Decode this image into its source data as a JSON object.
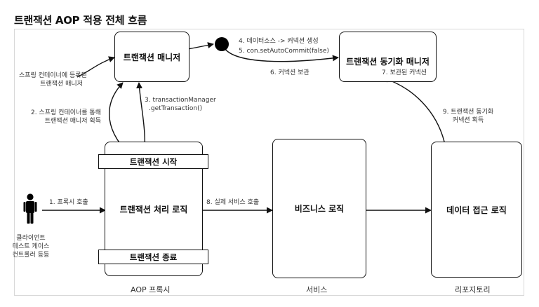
{
  "title": "트랜잭션 AOP 적용 전체 흐름",
  "boxes": {
    "tx_manager": "트랜잭션 매니저",
    "tx_sync_manager": "트랜잭션 동기화 매니저",
    "tx_logic": "트랜잭션 처리 로직",
    "tx_start": "트랜잭션 시작",
    "tx_end": "트랜잭션 종료",
    "service_logic": "비즈니스 로직",
    "data_access": "데이터 접근 로직"
  },
  "captions": {
    "aop_proxy": "AOP 프록시",
    "service": "서비스",
    "repository": "리포지토리"
  },
  "labels": {
    "registered_line1": "스프링 컨테이너에 등록된",
    "registered_line2": "트랜잭션 매니저",
    "step2_line1": "2. 스프링 컨테이너를 통해",
    "step2_line2": "트랜잭션 매니저 획득",
    "step3_line1": "3. transactionManager",
    "step3_line2": ".getTransaction()",
    "step4": "4. 데이터소스 -> 커넥션 생성",
    "step5": "5. con.setAutoCommit(false)",
    "step6": "6. 커넥션 보관",
    "step7": "7. 보관된 커넥션",
    "step1": "1. 프록시 호출",
    "step8": "8. 실제 서비스 호출",
    "step9_line1": "9. 트랜잭션 동기화",
    "step9_line2": "커넥션 획득",
    "client_line1": "클라이언트",
    "client_line2": "테스트 케이스",
    "client_line3": "컨트롤러 등등"
  },
  "icons": [
    "person-icon",
    "connection-dot-icon"
  ]
}
